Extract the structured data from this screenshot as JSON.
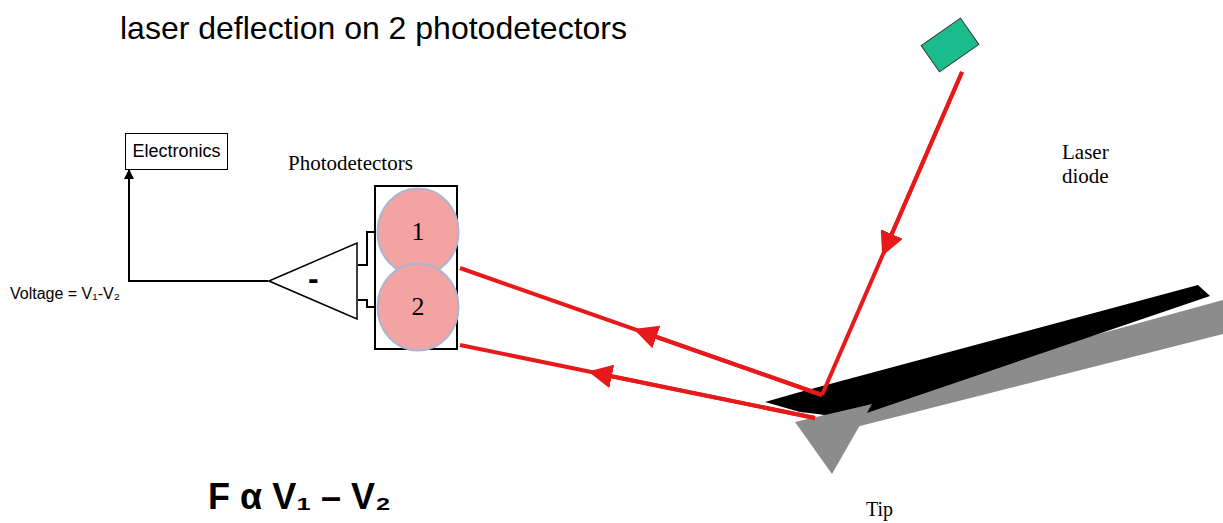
{
  "diagram": {
    "title": "laser deflection on 2 photodetectors",
    "nodes": [
      {
        "text": [
          "Electronics"
        ]
      },
      {
        "text": [
          "Photodetectors"
        ]
      },
      {
        "text": [
          "1"
        ],
        "in": 1
      },
      {
        "text": [
          "2"
        ],
        "in": 1
      },
      {
        "text": [
          "-"
        ]
      }
    ],
    "edges": [
      {
        "from": 2,
        "to": 4,
        "arrow": "none"
      },
      {
        "from": 3,
        "to": 4,
        "arrow": "none"
      },
      {
        "from": 4,
        "to": 0,
        "arrow": "to"
      }
    ],
    "labels": [
      "Laser diode",
      "Voltage = V₁-V₂",
      "Tip",
      "F α V₁ – V₂"
    ]
  }
}
